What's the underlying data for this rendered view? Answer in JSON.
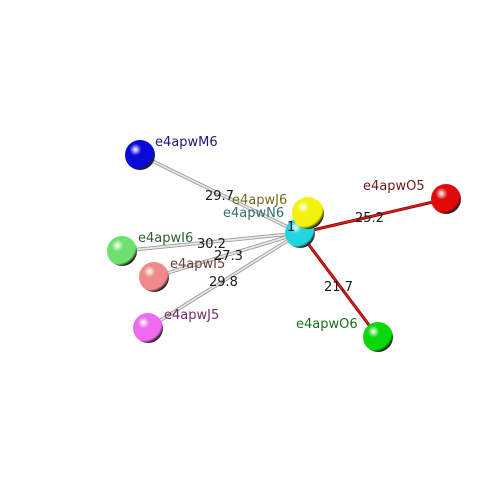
{
  "center": {
    "id": "e4apwN6",
    "color": "#22d6e0",
    "label_color": "#2e6e78",
    "hidden_label": "1"
  },
  "atoms": [
    {
      "id": "e4apwM6",
      "label": "e4apwM6",
      "color": "#0a0ad8",
      "label_color": "#1a1a6e",
      "distance": "29.7",
      "bond": "gray"
    },
    {
      "id": "e4apwJ6",
      "label": "e4apwJ6",
      "color": "#f2f20a",
      "label_color": "#6e6e1a",
      "distance": "",
      "bond": "none"
    },
    {
      "id": "e4apwO5",
      "label": "e4apwO5",
      "color": "#e00a0a",
      "label_color": "#6e1a1a",
      "distance": "25.2",
      "bond": "red"
    },
    {
      "id": "e4apwI6",
      "label": "e4apwI6",
      "color": "#6fe06f",
      "label_color": "#2e5e2e",
      "distance": "30.2",
      "bond": "gray"
    },
    {
      "id": "e4apwI5",
      "label": "e4apwI5",
      "color": "#f08a8a",
      "label_color": "#6e3e3e",
      "distance": "27.3",
      "bond": "gray"
    },
    {
      "id": "e4apwJ5",
      "label": "e4apwJ5",
      "color": "#ee6aee",
      "label_color": "#6e2e6e",
      "distance": "29.8",
      "bond": "gray"
    },
    {
      "id": "e4apwO6",
      "label": "e4apwO6",
      "color": "#0ad80a",
      "label_color": "#1a6e1a",
      "distance": "21.7",
      "bond": "red"
    }
  ]
}
